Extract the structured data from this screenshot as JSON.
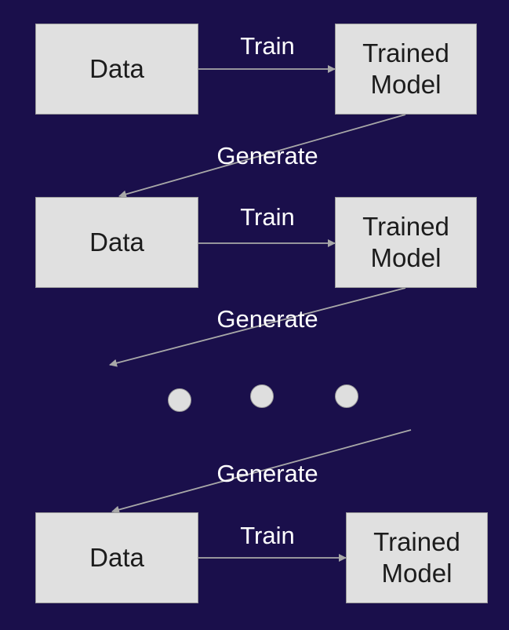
{
  "diagram": {
    "colors": {
      "background": "#1a0f4b",
      "box_fill": "#e0e0e0",
      "box_border": "#9a9a9a",
      "box_text": "#1c1c1c",
      "label_text": "#ffffff",
      "arrow": "#a8a8a8"
    },
    "steps": [
      {
        "data_label": "Data",
        "train_label": "Train",
        "model_label": "Trained\nModel",
        "generate_label": "Generate"
      },
      {
        "data_label": "Data",
        "train_label": "Train",
        "model_label": "Trained\nModel",
        "generate_label": "Generate"
      },
      {
        "generate_label": "Generate",
        "data_label": "Data",
        "train_label": "Train",
        "model_label": "Trained\nModel"
      }
    ],
    "ellipsis_dot_count": 3
  }
}
